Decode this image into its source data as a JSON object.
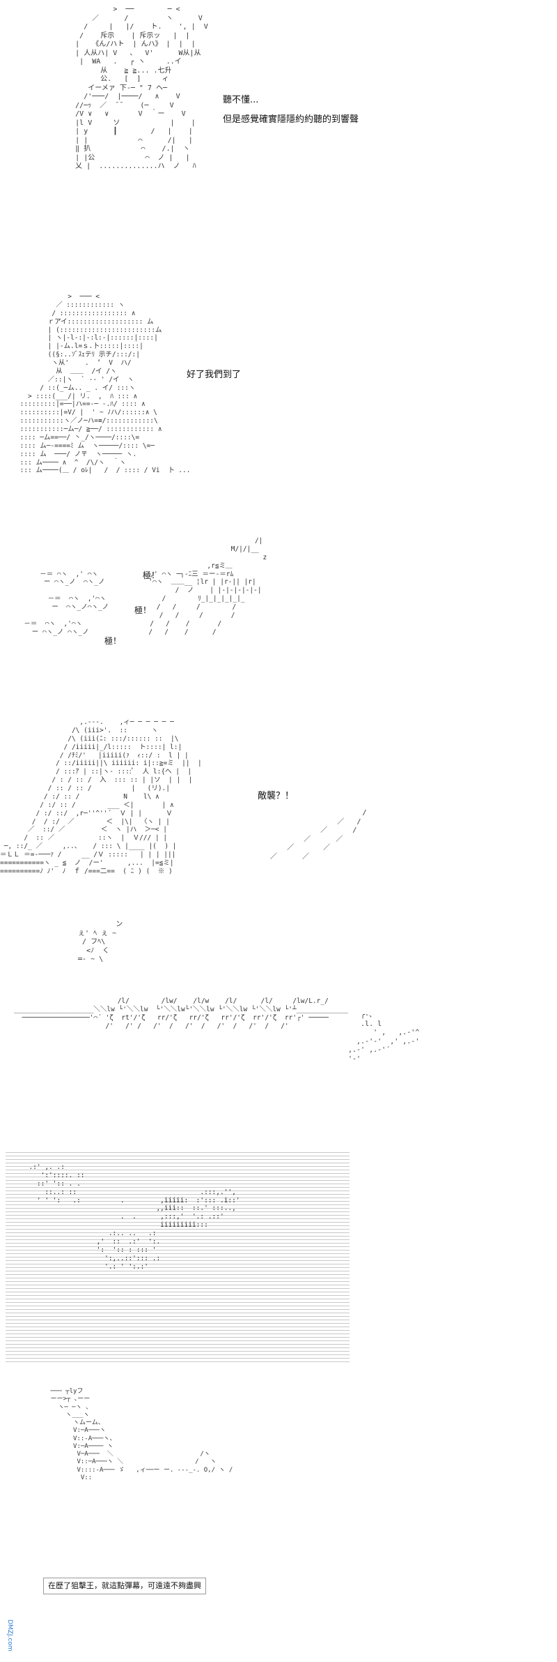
{
  "panels": [
    {
      "id": "p1",
      "lines": [
        "聽不懂...",
        "但是感覺確實隱隱約約聽的到響聲"
      ]
    },
    {
      "id": "p2",
      "lines": [
        "好了我們到了"
      ]
    },
    {
      "id": "p3",
      "sfx": [
        "極！",
        "極！",
        "極！"
      ]
    },
    {
      "id": "p4",
      "lines": [
        "敵襲？！"
      ]
    },
    {
      "id": "p5",
      "lines": []
    },
    {
      "id": "p6",
      "lines": []
    },
    {
      "id": "p7",
      "lines": [
        "在歷了狙擊王，就這點彈幕，可遠遠不夠盡興"
      ]
    }
  ],
  "watermark": {
    "text": "DMZJ.com",
    "colour": "#2a7bd4"
  }
}
